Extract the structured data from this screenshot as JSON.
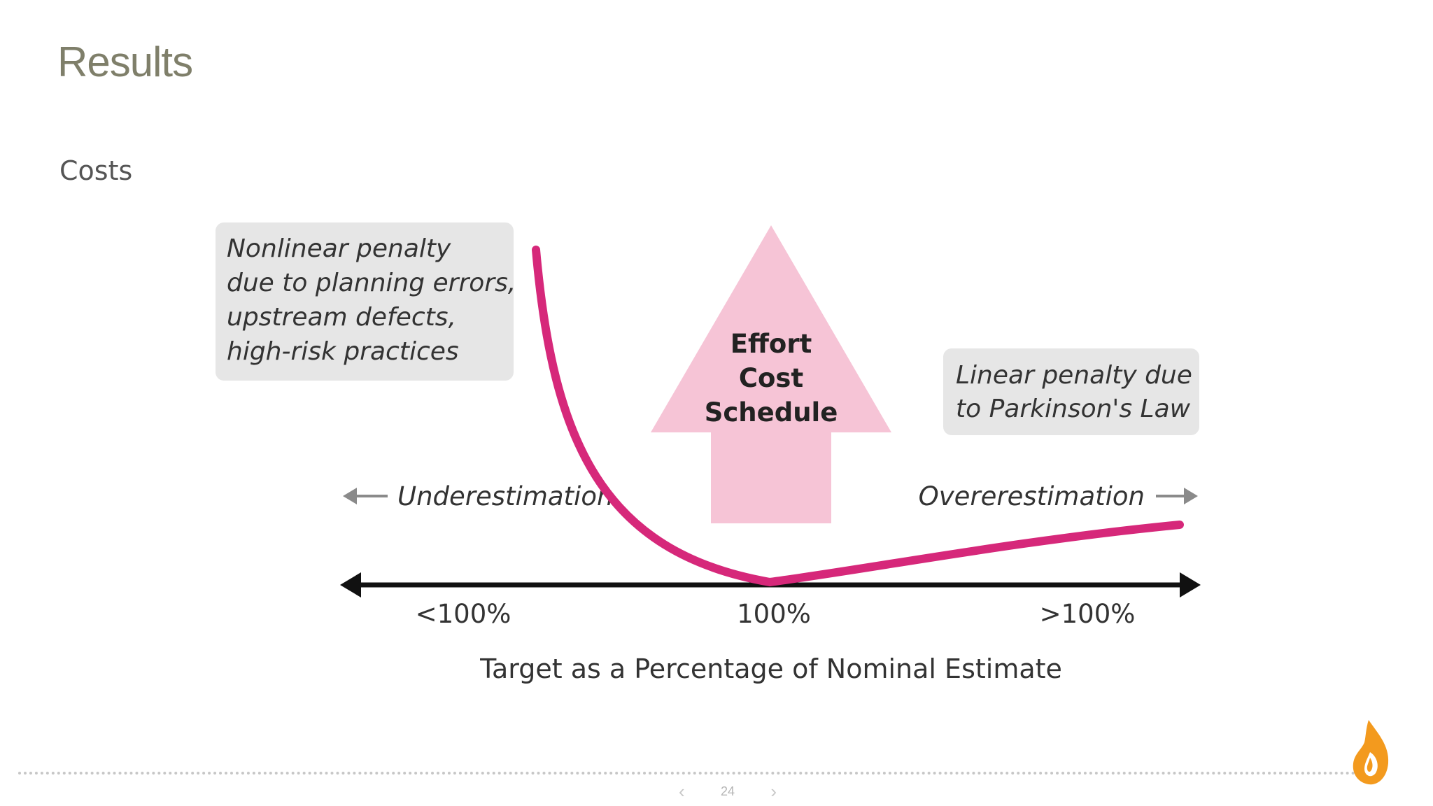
{
  "slide": {
    "title": "Results",
    "subtitle": "Costs",
    "page_number": "24"
  },
  "diagram": {
    "note_left": [
      "Nonlinear penalty",
      "due to planning errors,",
      "upstream defects,",
      "high-risk practices"
    ],
    "note_right": [
      "Linear penalty due",
      "to Parkinson's Law"
    ],
    "center_arrow_labels": [
      "Effort",
      "Cost",
      "Schedule"
    ],
    "left_direction": "Underestimation",
    "right_direction": "Overerestimation",
    "ticks": [
      "<100%",
      "100%",
      ">100%"
    ],
    "axis_label": "Target as a Percentage of Nominal Estimate"
  },
  "colors": {
    "curve": "#d6287a",
    "center_arrow": "#f6c4d6",
    "note_box": "#e6e6e6",
    "axis": "#111111",
    "title": "#7f7f6a",
    "logo": "#f39a1e"
  },
  "icons": {
    "prev": "chevron-left-icon",
    "next": "chevron-right-icon",
    "logo": "flame-logo-icon"
  }
}
